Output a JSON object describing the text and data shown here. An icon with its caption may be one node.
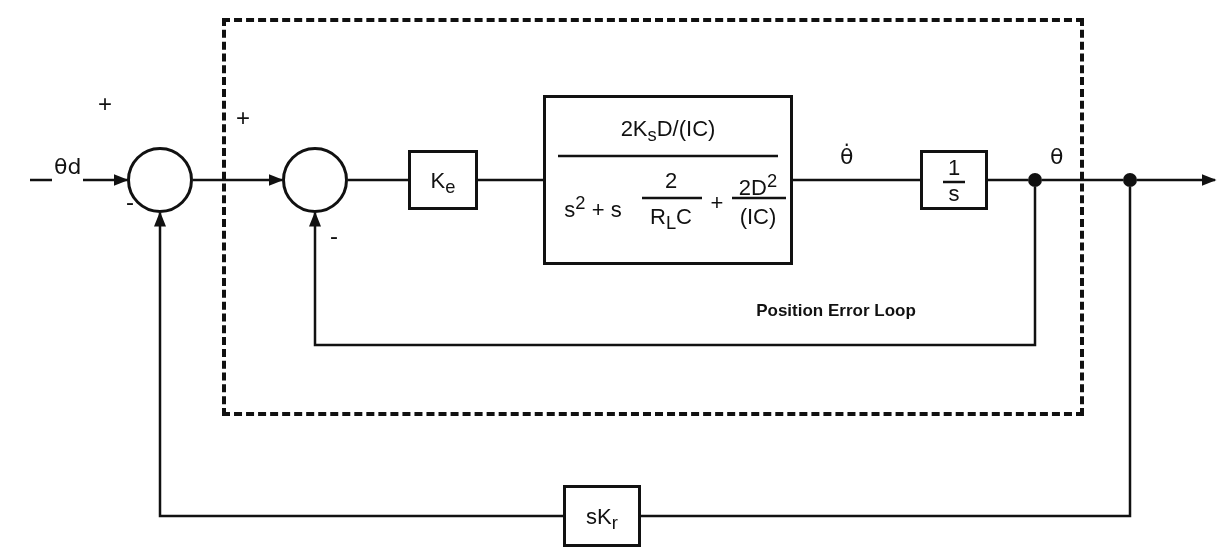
{
  "diagram": {
    "nodes": [
      {
        "text": [],
        "shape": "circle"
      },
      {
        "text": [
          "Position Error Loop"
        ]
      },
      {
        "text": [],
        "shape": "circle",
        "in": 1
      },
      {
        "text": [
          "K$_{e}$"
        ],
        "in": 1
      },
      {
        "text": [
          "2K$_{s}$D/(IC)",
          "s$^{2}$ + s",
          "2",
          "R$_{L}$C",
          "+",
          "2D$^{2}$",
          "(IC)"
        ],
        "in": 1
      },
      {
        "text": [
          "1",
          "s"
        ],
        "in": 1
      },
      {
        "text": [],
        "shape": "circle",
        "in": 1
      },
      {
        "text": [],
        "shape": "circle"
      },
      {
        "text": [
          "sK$_{r}$"
        ]
      }
    ],
    "edges": [
      {
        "from": null,
        "to": 0,
        "arrow": "to",
        "label": "θd"
      },
      {
        "from": 0,
        "to": 2,
        "arrow": "to"
      },
      {
        "from": 2,
        "to": 3,
        "arrow": "none"
      },
      {
        "from": 3,
        "to": 4,
        "arrow": "none"
      },
      {
        "from": 4,
        "to": 5,
        "arrow": "none",
        "label": "θ̇"
      },
      {
        "from": 5,
        "to": 6,
        "arrow": "none",
        "label": "θ"
      },
      {
        "from": 6,
        "to": 7,
        "arrow": "none"
      },
      {
        "from": 7,
        "to": null,
        "arrow": "to"
      },
      {
        "from": 6,
        "to": 2,
        "arrow": "to"
      },
      {
        "from": 7,
        "to": 8,
        "arrow": "none"
      },
      {
        "from": 8,
        "to": 0,
        "arrow": "to"
      }
    ],
    "labels": [
      "+",
      "+",
      "-",
      "-"
    ]
  }
}
